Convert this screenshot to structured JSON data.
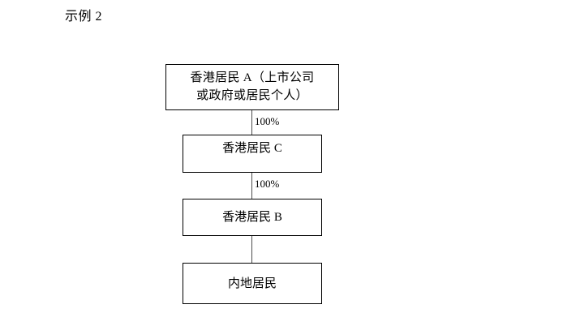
{
  "page": {
    "title": "示例 2",
    "background_color": "#ffffff",
    "text_color": "#000000",
    "border_color": "#000000",
    "connector_color": "#4c4c4c"
  },
  "chart_data": {
    "type": "diagram",
    "title": "示例 2",
    "nodes": [
      {
        "id": "a",
        "label": "香港居民 A（上市公司\n或政府或居民个人）"
      },
      {
        "id": "c",
        "label": "香港居民 C"
      },
      {
        "id": "b",
        "label": "香港居民 B"
      },
      {
        "id": "mainland",
        "label": "内地居民"
      }
    ],
    "edges": [
      {
        "from": "a",
        "to": "c",
        "label": "100%"
      },
      {
        "from": "c",
        "to": "b",
        "label": "100%"
      },
      {
        "from": "b",
        "to": "mainland",
        "label": ""
      }
    ]
  }
}
